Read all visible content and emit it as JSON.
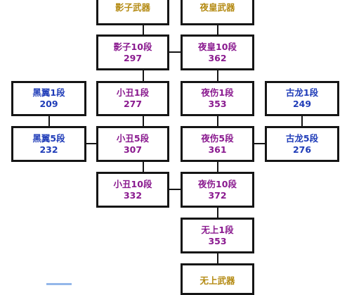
{
  "colors": {
    "purple": "#8a1a8f",
    "blue": "#1f3cb8",
    "gold": "#b48a12",
    "border": "#151515"
  },
  "nodes": {
    "shadow_weapon": {
      "name": "影子武器",
      "value": ""
    },
    "shadow_10": {
      "name": "影子10段",
      "value": "297"
    },
    "clown_1": {
      "name": "小丑1段",
      "value": "277"
    },
    "clown_5": {
      "name": "小丑5段",
      "value": "307"
    },
    "clown_10": {
      "name": "小丑10段",
      "value": "332"
    },
    "nightking_weapon": {
      "name": "夜皇武器",
      "value": ""
    },
    "nightking_10": {
      "name": "夜皇10段",
      "value": "362"
    },
    "nightwound_1": {
      "name": "夜伤1段",
      "value": "353"
    },
    "nightwound_5": {
      "name": "夜伤5段",
      "value": "361"
    },
    "nightwound_10": {
      "name": "夜伤10段",
      "value": "372"
    },
    "supreme_1": {
      "name": "无上1段",
      "value": "353"
    },
    "supreme_weapon": {
      "name": "无上武器",
      "value": ""
    },
    "blackwing_1": {
      "name": "黑翼1段",
      "value": "209"
    },
    "blackwing_5": {
      "name": "黑翼5段",
      "value": "232"
    },
    "ancientdragon_1": {
      "name": "古龙1段",
      "value": "249"
    },
    "ancientdragon_5": {
      "name": "古龙5段",
      "value": "276"
    }
  }
}
